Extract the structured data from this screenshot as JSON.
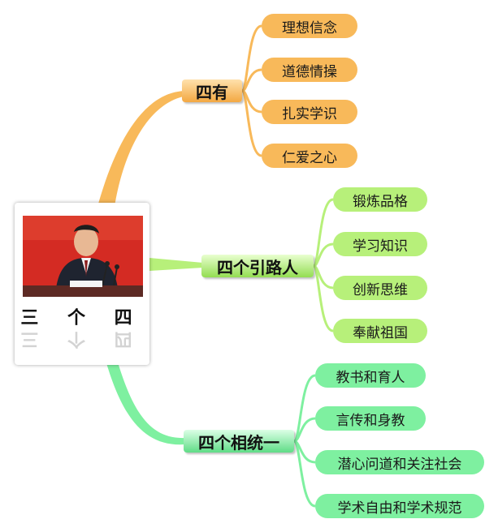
{
  "root": {
    "title": "三 个 四"
  },
  "branches": [
    {
      "label": "四有",
      "color": "#f8b95a",
      "items": [
        "理想信念",
        "道德情操",
        "扎实学识",
        "仁爱之心"
      ]
    },
    {
      "label": "四个引路人",
      "color": "#b7f07a",
      "items": [
        "锻炼品格",
        "学习知识",
        "创新思维",
        "奉献祖国"
      ]
    },
    {
      "label": "四个相统一",
      "color": "#7ef0a0",
      "items": [
        "教书和育人",
        "言传和身教",
        "潜心问道和关注社会",
        "学术自由和学术规范"
      ]
    }
  ]
}
